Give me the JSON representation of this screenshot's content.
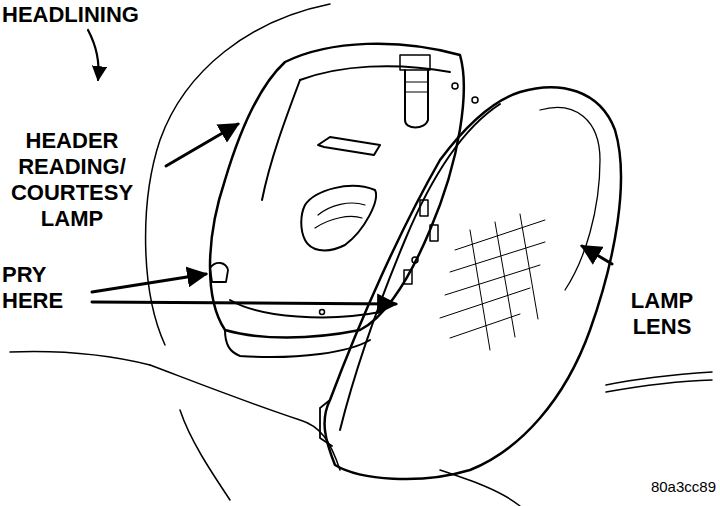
{
  "diagram": {
    "labels": [
      "HEADLINING",
      "HEADER READING/ COURTESY LAMP",
      "PRY HERE",
      "LAMP LENS",
      "80a3cc89"
    ]
  }
}
